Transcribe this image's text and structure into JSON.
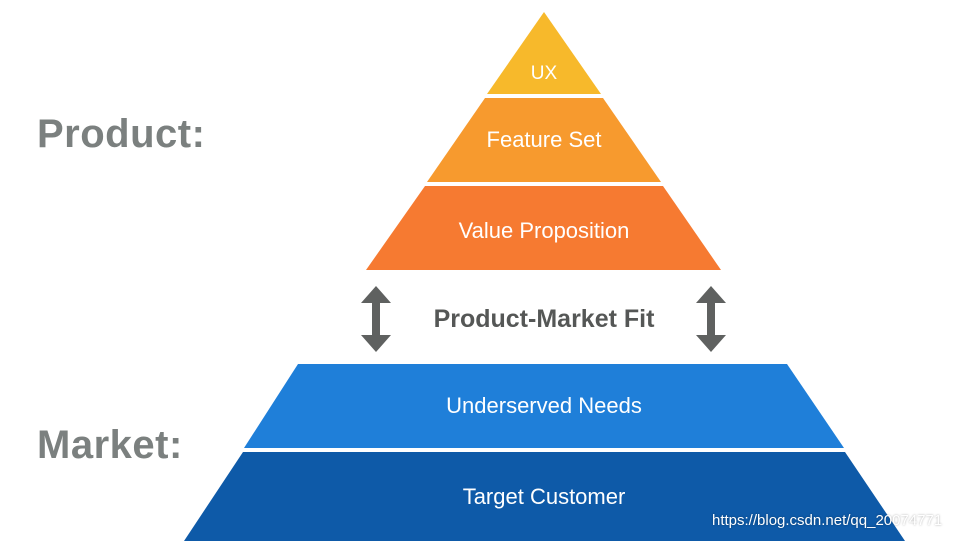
{
  "side_labels": {
    "product": "Product:",
    "market": "Market:"
  },
  "product_tiers": [
    {
      "label": "UX",
      "color": "#f7b92b"
    },
    {
      "label": "Feature Set",
      "color": "#f79a2e"
    },
    {
      "label": "Value Proposition",
      "color": "#f67a31"
    }
  ],
  "fit_label": "Product-Market Fit",
  "market_tiers": [
    {
      "label": "Underserved Needs",
      "color": "#1f7fd9"
    },
    {
      "label": "Target Customer",
      "color": "#0e5aa8"
    }
  ],
  "arrow_icon": "double-arrow-vertical-icon",
  "arrow_color": "#5f6160",
  "watermark": "https://blog.csdn.net/qq_20074771"
}
